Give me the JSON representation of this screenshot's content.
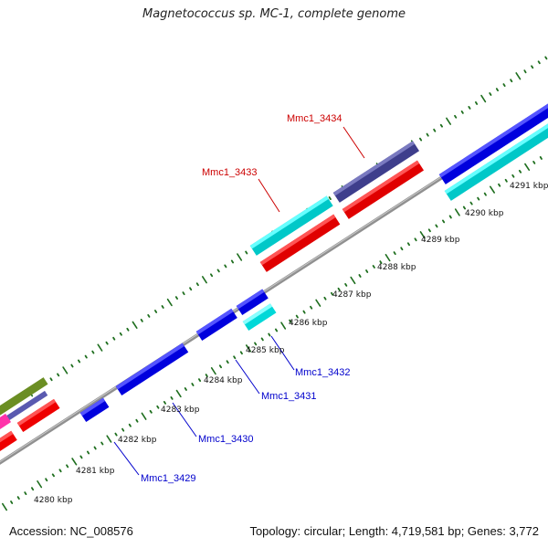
{
  "title": "Magnetococcus sp. MC-1, complete genome",
  "accession_text": "Accession: NC_008576",
  "summary_text": "Topology: circular; Length: 4,719,581 bp; Genes: 3,772",
  "colors": {
    "backbone": "#8c8c8c",
    "tick": "#1e6e1e",
    "forward_label": "#cc0000",
    "reverse_label": "#0000cc",
    "red": "#ff0000",
    "blue": "#0000dd",
    "cyan": "#00dddd",
    "purple": "#4a4a9a",
    "olive": "#6b8e23",
    "magenta": "#ff33aa"
  },
  "kbp_ticks": [
    "4280 kbp",
    "4281 kbp",
    "4282 kbp",
    "4283 kbp",
    "4284 kbp",
    "4285 kbp",
    "4286 kbp",
    "4287 kbp",
    "4288 kbp",
    "4289 kbp",
    "4290 kbp",
    "4291 kbp"
  ],
  "gene_labels_forward": [
    "Mmc1_3434",
    "Mmc1_3433"
  ],
  "gene_labels_reverse": [
    "Mmc1_3432",
    "Mmc1_3431",
    "Mmc1_3430",
    "Mmc1_3429"
  ]
}
